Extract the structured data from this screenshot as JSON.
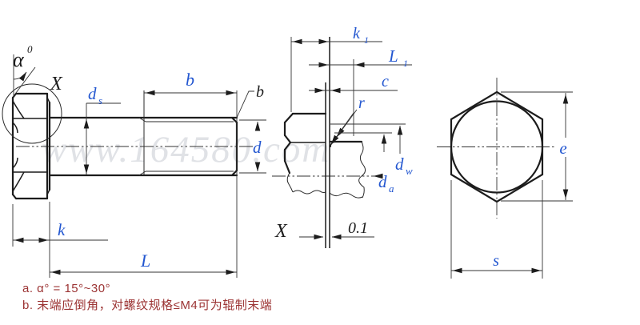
{
  "watermark": "www.164580.com",
  "colors": {
    "label_blue": "#2256d0",
    "line_black": "#1c1c1c",
    "note_red": "#9c3434",
    "watermark_gray": "#e0e2e6"
  },
  "left_view": {
    "angle_label": {
      "base": "α",
      "sup": "0"
    },
    "detail_marker": "X",
    "dim_shank_dia": {
      "base": "d",
      "sub": "s"
    },
    "dim_thread_length": "b",
    "chamfer_callout": "b",
    "dim_thread_dia": "d",
    "dim_head_height": "k",
    "dim_length": "L"
  },
  "middle_view": {
    "dim_k1": {
      "base": "k",
      "sub": "1"
    },
    "dim_L1": {
      "base": "L",
      "sub": "1"
    },
    "dim_c": "c",
    "dim_r": "r",
    "dim_dw": {
      "base": "d",
      "sub": "w"
    },
    "dim_da": {
      "base": "d",
      "sub": "a"
    },
    "detail_marker": "X",
    "tolerance": "0.1"
  },
  "right_view": {
    "dim_e": "e",
    "dim_s": "s"
  },
  "notes": {
    "a": "a.  α° = 15°~30°",
    "b": "b.  末端应倒角，对螺纹规格≤M4可为辊制末端"
  }
}
